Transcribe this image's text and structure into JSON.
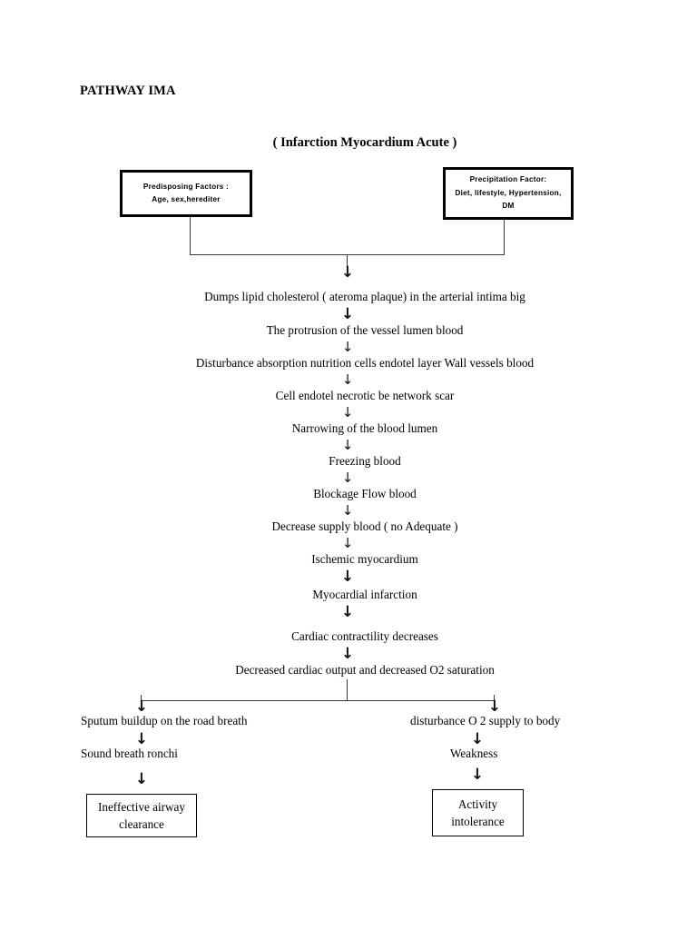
{
  "document": {
    "title": "PATHWAY IMA",
    "subtitle": "( Infarction Myocardium Acute )"
  },
  "factor_boxes": {
    "predisposing": {
      "heading": "Predisposing Factors :",
      "line2": "Age, sex,herediter"
    },
    "precipitation": {
      "heading": "Precipitation Factor:",
      "line2": "Diet, lifestyle, Hypertension,",
      "line3": "DM"
    }
  },
  "chain": [
    {
      "text": "Dumps lipid cholesterol ( ateroma plaque) in the arterial intima big"
    },
    {
      "text": "The protrusion of the vessel lumen blood"
    },
    {
      "text": "Disturbance absorption nutrition cells endotel layer Wall vessels blood"
    },
    {
      "text": "Cell endotel necrotic be network scar"
    },
    {
      "text": "Narrowing of the blood lumen"
    },
    {
      "text": "Freezing blood"
    },
    {
      "text": "Blockage Flow blood"
    },
    {
      "text": "Decrease supply blood ( no Adequate )"
    },
    {
      "text": "Ischemic myocardium"
    },
    {
      "text": "Myocardial infarction"
    },
    {
      "text": "Cardiac contractility decreases"
    },
    {
      "text": "Decreased cardiac output and decreased O2 saturation"
    }
  ],
  "branches": {
    "left": {
      "step1": "Sputum buildup on the road breath",
      "step2": "Sound breath ronchi",
      "outcome_line1": "Ineffective airway",
      "outcome_line2": "clearance"
    },
    "right": {
      "step1": "disturbance O 2 supply to body",
      "step2": "Weakness",
      "outcome_line1": "Activity",
      "outcome_line2": "intolerance"
    }
  },
  "icons": {
    "down_arrow": "↓"
  },
  "colors": {
    "ink": "#000000",
    "connector": "#3a3a3a",
    "background": "#ffffff"
  }
}
